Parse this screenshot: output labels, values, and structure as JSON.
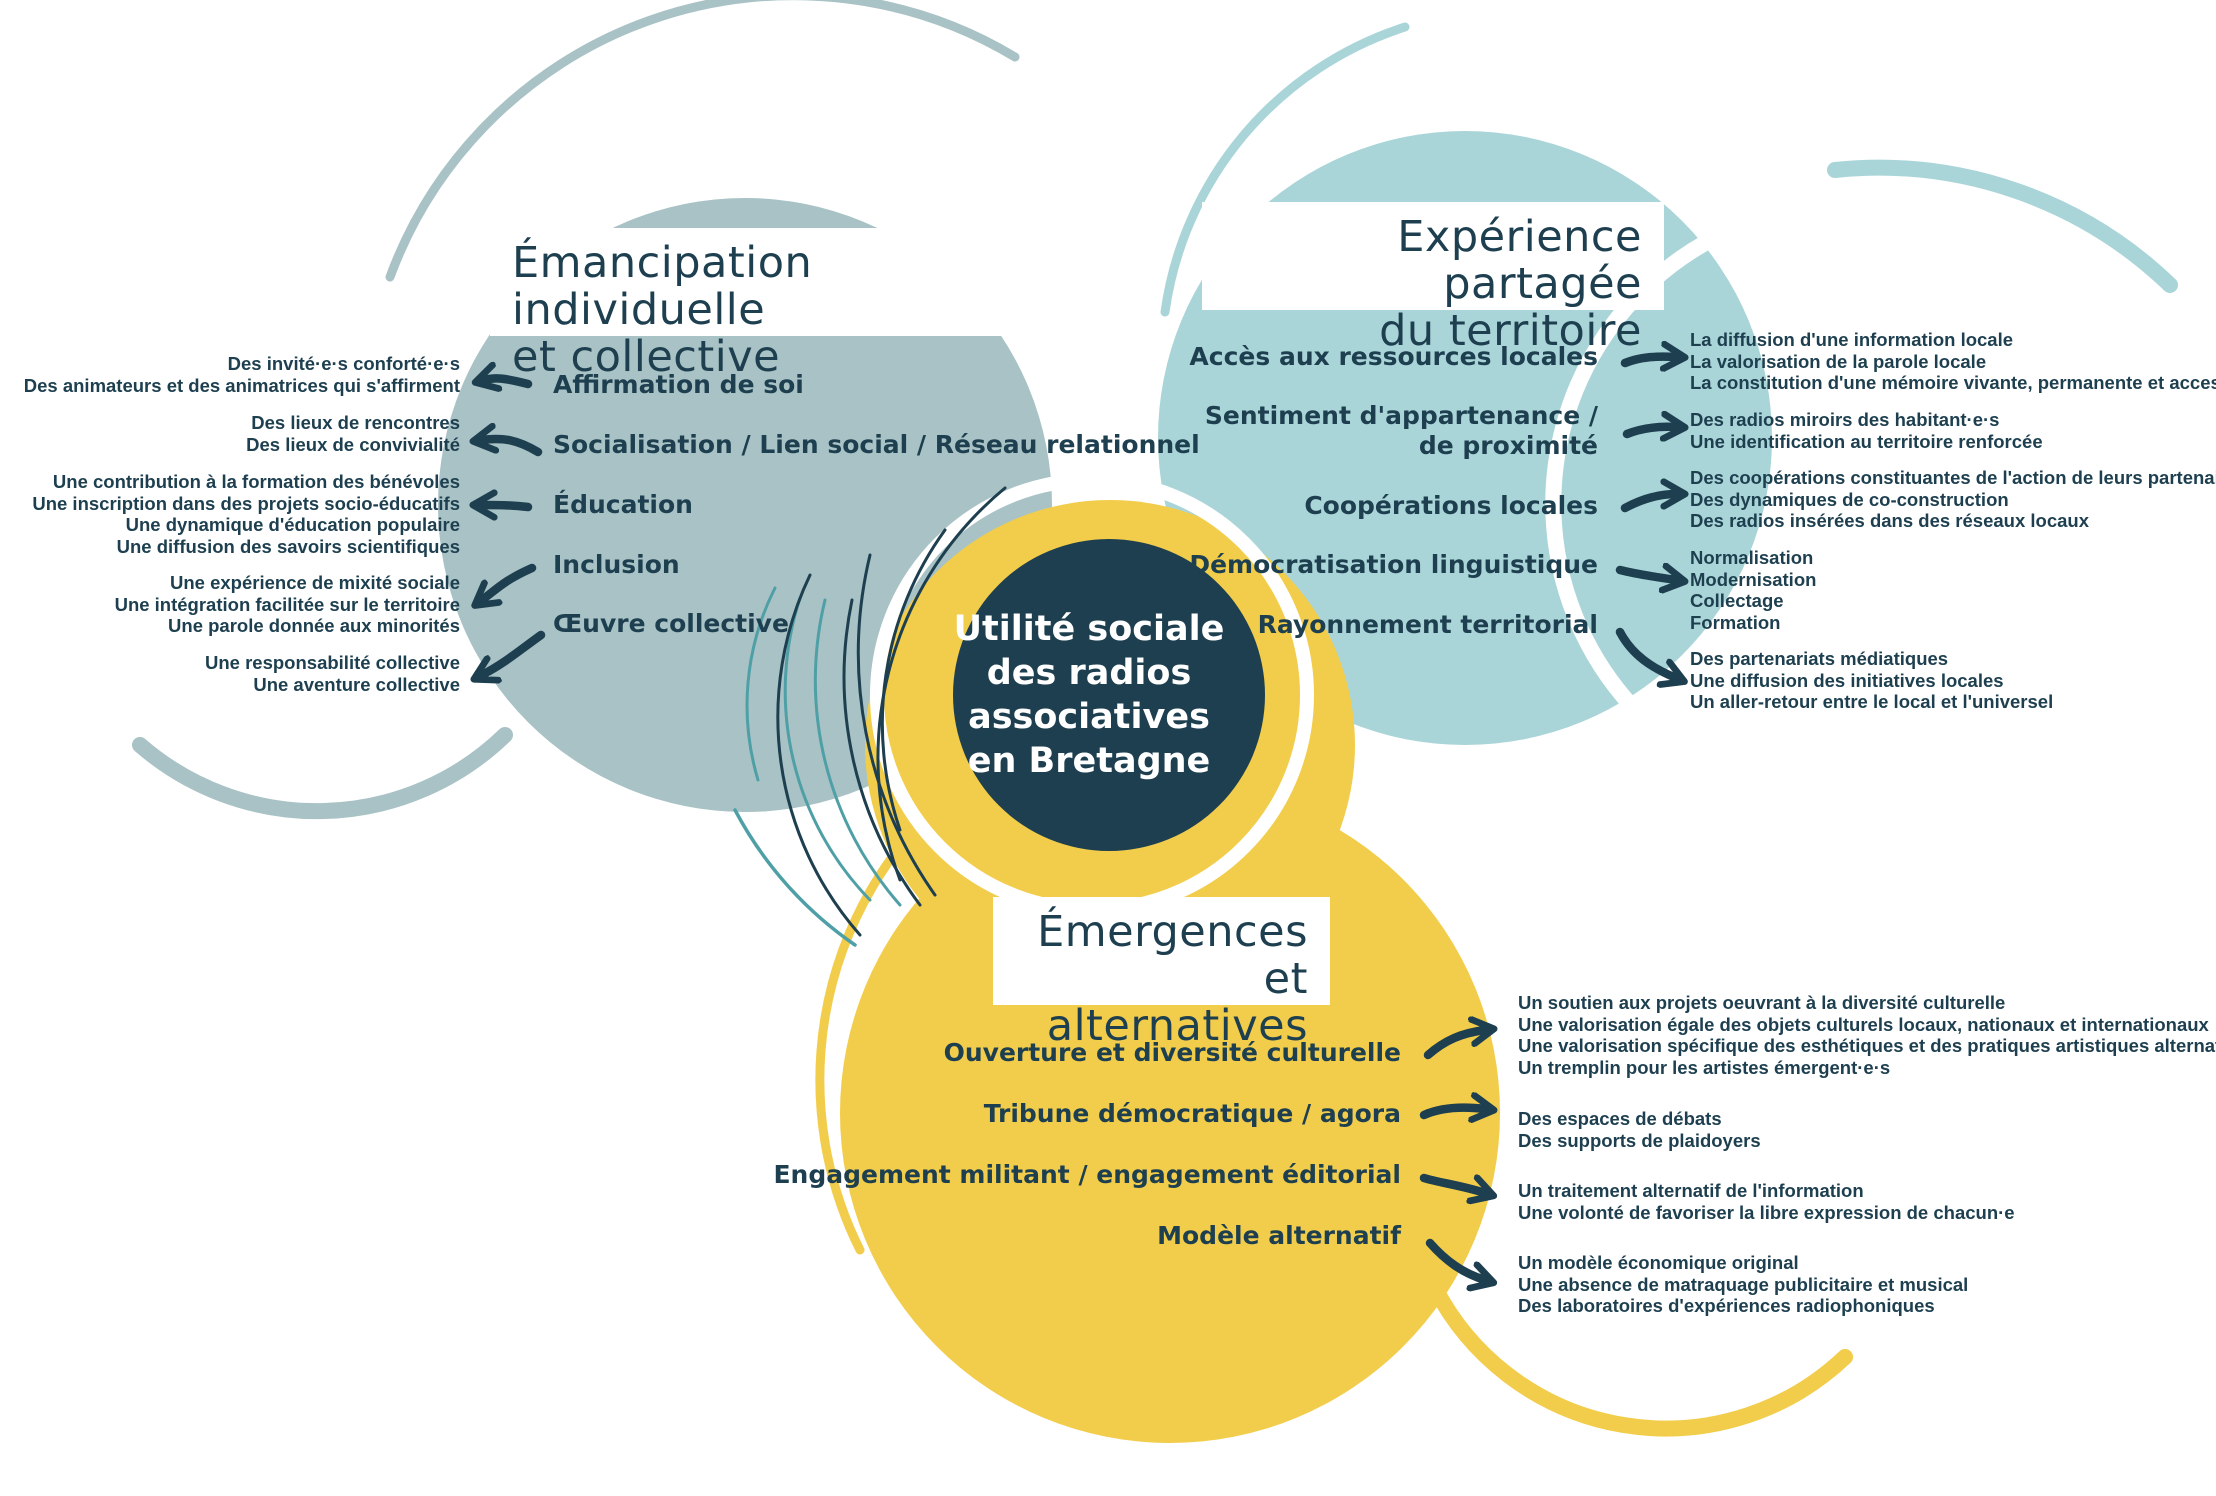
{
  "colors": {
    "grey_circle": "#a8c2c5",
    "blue_circle": "#aad5d8",
    "yellow_circle": "#f2cd4b",
    "center_circle": "#1d3f4f",
    "text": "#1d3f4f",
    "teal_arc": "#4fa0a6"
  },
  "center": {
    "lines": [
      "Utilité sociale",
      "des radios",
      "associatives",
      "en Bretagne"
    ]
  },
  "sections": {
    "emancipation": {
      "title_lines": [
        "Émancipation individuelle",
        "et collective"
      ],
      "categories": [
        "Affirmation de soi",
        "Socialisation / Lien social / Réseau relationnel",
        "Éducation",
        "Inclusion",
        "Œuvre collective"
      ],
      "details": [
        [
          "Des invité·e·s conforté·e·s",
          "Des animateurs et des animatrices qui s'affirment"
        ],
        [
          "Des lieux de rencontres",
          "Des lieux de convivialité"
        ],
        [
          "Une contribution à la formation des bénévoles",
          "Une inscription dans des projets socio-éducatifs",
          "Une dynamique d'éducation populaire",
          "Une diffusion des savoirs scientifiques"
        ],
        [
          "Une expérience de mixité sociale",
          "Une intégration facilitée sur le territoire",
          "Une parole donnée aux minorités"
        ],
        [
          "Une responsabilité collective",
          "Une aventure collective"
        ]
      ]
    },
    "territoire": {
      "title_lines": [
        "Expérience partagée",
        "du territoire"
      ],
      "categories": [
        [
          "Accès aux ressources locales"
        ],
        [
          "Sentiment d'appartenance /",
          "de proximité"
        ],
        [
          "Coopérations locales"
        ],
        [
          "Démocratisation linguistique"
        ],
        [
          "Rayonnement territorial"
        ]
      ],
      "details": [
        [
          "La diffusion d'une information locale",
          "La valorisation de la parole locale",
          "La constitution d'une mémoire vivante, permanente et accessible"
        ],
        [
          "Des radios miroirs des habitant·e·s",
          "Une identification au territoire renforcée"
        ],
        [
          "Des coopérations constituantes de l'action de leurs partenaires",
          "Des dynamiques de co-construction",
          "Des radios insérées dans des réseaux locaux"
        ],
        [
          "Normalisation",
          "Modernisation",
          "Collectage",
          "Formation"
        ],
        [
          "Des partenariats médiatiques",
          "Une diffusion des initiatives locales",
          "Un aller-retour entre le local et l'universel"
        ]
      ]
    },
    "emergences": {
      "title_lines": [
        "Émergences",
        "et alternatives"
      ],
      "categories": [
        "Ouverture et diversité culturelle",
        "Tribune démocratique / agora",
        "Engagement militant / engagement éditorial",
        "Modèle alternatif"
      ],
      "details": [
        [
          "Un soutien aux projets oeuvrant à la diversité culturelle",
          "Une valorisation égale des objets culturels locaux, nationaux et internationaux",
          "Une valorisation spécifique des esthétiques et des pratiques artistiques alternatives",
          "Un tremplin pour les artistes émergent·e·s"
        ],
        [
          "Des espaces de débats",
          "Des supports de plaidoyers"
        ],
        [
          "Un traitement alternatif de l'information",
          "Une volonté de favoriser la libre expression de chacun·e"
        ],
        [
          "Un modèle économique original",
          "Une absence de matraquage publicitaire et musical",
          "Des laboratoires d'expériences radiophoniques"
        ]
      ]
    }
  }
}
